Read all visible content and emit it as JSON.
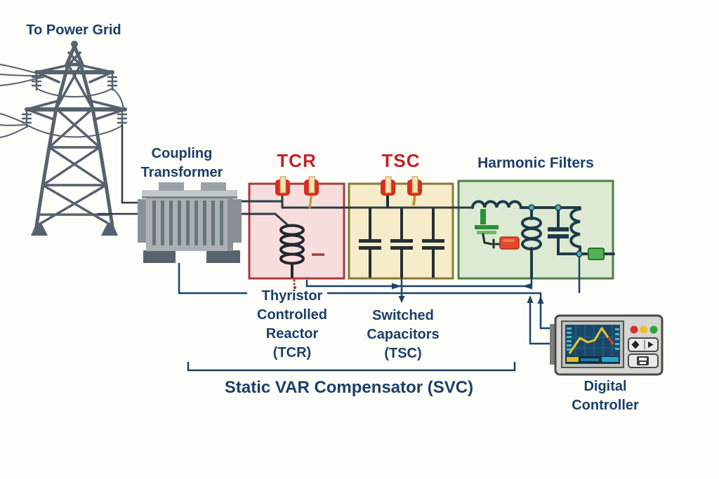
{
  "title": "Static VAR Compensator (SVC) one-line diagram",
  "labels": {
    "to_power_grid": "To Power Grid",
    "coupling_transformer": "Coupling Transformer",
    "tcr_title": "TCR",
    "tsc_title": "TSC",
    "harmonic_filters": "Harmonic Filters",
    "tcr_caption": "Thyristor Controlled Reactor (TCR)",
    "tsc_caption": "Switched Capacitors (TSC)",
    "svc_label": "Static VAR Compensator (SVC)",
    "digital_controller": "Digital Controller"
  },
  "colors": {
    "text_navy": "#1c3f66",
    "title_red": "#c42025",
    "tcr_box_fill": "#f7dede",
    "tcr_box_border": "#a93a3c",
    "tsc_box_fill": "#f6ecca",
    "tsc_box_border": "#8a7a2e",
    "hf_box_fill": "#dcead3",
    "hf_box_border": "#4e7e46",
    "power_wire": "#2e3b45",
    "control_wire": "#1c4268",
    "tower_gray": "#57626c",
    "thyristor_red": "#d92b20",
    "thyristor_gate_tan": "#c09040",
    "hf_component_dark": "#1d3a4a",
    "hf_junction_teal": "#4ab0b8",
    "hf_cap_green": "#2f8f35",
    "hf_resistor_red": "#e2492a",
    "hf_resistor_green": "#55b055",
    "controller_body": "#d6d6d2",
    "controller_screen": "#1b4767",
    "screen_trace_yellow": "#e6c62f",
    "screen_trace_red": "#d04028",
    "led_red": "#d93025",
    "led_yellow": "#eec027",
    "led_green": "#2fa33a"
  },
  "components": [
    {
      "name": "transmission-tower"
    },
    {
      "name": "coupling-transformer"
    },
    {
      "name": "tcr-branch"
    },
    {
      "name": "tsc-branch"
    },
    {
      "name": "harmonic-filter-branch"
    },
    {
      "name": "digital-controller"
    }
  ]
}
